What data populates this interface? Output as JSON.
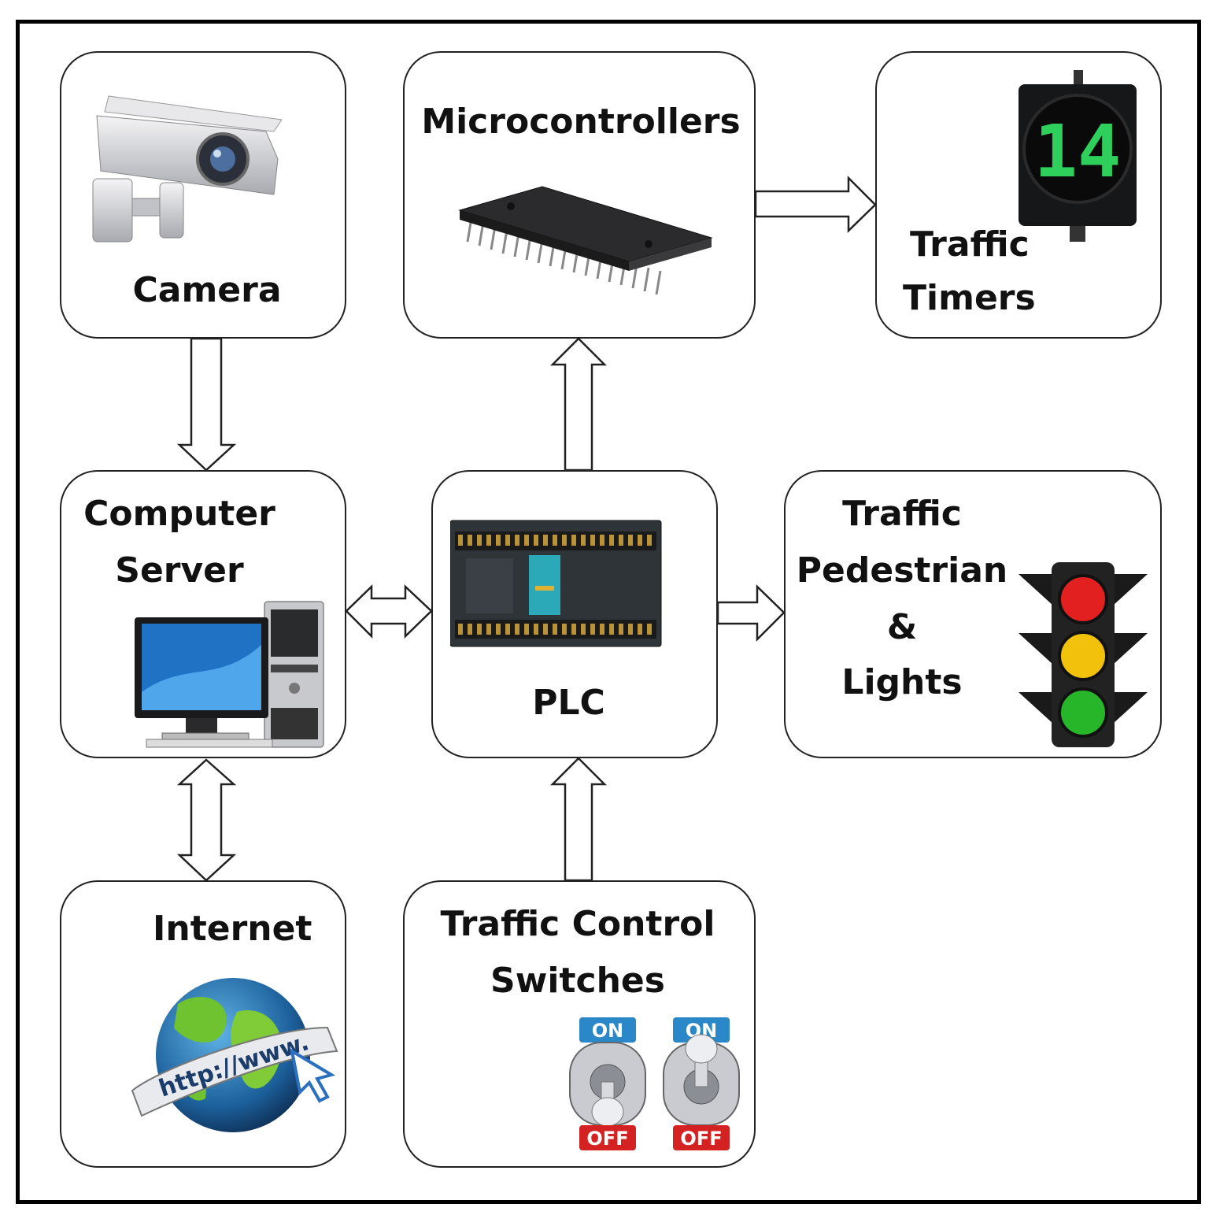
{
  "nodes": {
    "camera": {
      "label": "Camera"
    },
    "microcontrollers": {
      "label": "Microcontrollers"
    },
    "traffic_timers": {
      "line1": "Traffic",
      "line2": "Timers",
      "display": "14"
    },
    "computer_server": {
      "line1": "Computer",
      "line2": "Server"
    },
    "plc": {
      "label": "PLC"
    },
    "traffic_lights": {
      "line1": "Traffic",
      "line2": "Pedestrian",
      "line3": "&",
      "line4": "Lights"
    },
    "internet": {
      "label": "Internet",
      "url_text": "http://www."
    },
    "switches": {
      "line1": "Traffic Control",
      "line2": "Switches",
      "on": "ON",
      "off": "OFF"
    }
  },
  "edges": [
    {
      "from": "Camera",
      "to": "Computer Server",
      "direction": "one-way"
    },
    {
      "from": "Computer Server",
      "to": "PLC",
      "direction": "two-way"
    },
    {
      "from": "Computer Server",
      "to": "Internet",
      "direction": "two-way"
    },
    {
      "from": "PLC",
      "to": "Microcontrollers",
      "direction": "one-way"
    },
    {
      "from": "PLC",
      "to": "Traffic Pedestrian & Lights",
      "direction": "one-way"
    },
    {
      "from": "Microcontrollers",
      "to": "Traffic Timers",
      "direction": "one-way"
    },
    {
      "from": "Traffic Control Switches",
      "to": "PLC",
      "direction": "one-way"
    }
  ],
  "colors": {
    "light_red": "#e32020",
    "light_yellow": "#f2c10c",
    "light_green": "#27b52a",
    "timer_digits": "#2ecf5a",
    "switch_on": "#2a87c8",
    "switch_off": "#d42222"
  }
}
